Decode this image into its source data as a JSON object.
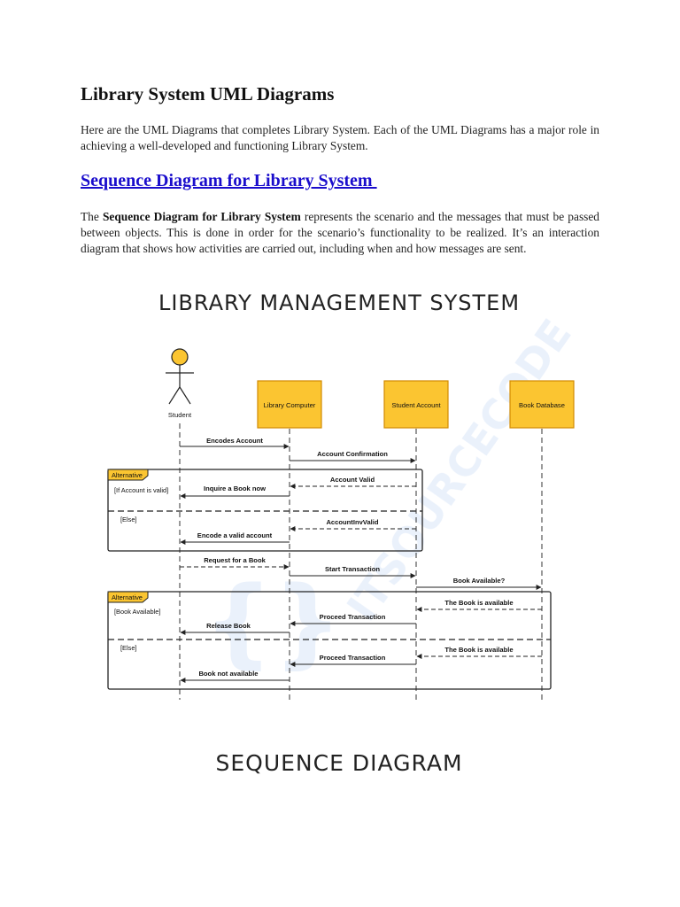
{
  "header": {
    "title": "Library System UML Diagrams"
  },
  "intro": {
    "text": "Here are the UML Diagrams that completes Library System. Each of the UML Diagrams has a major role in achieving a well-developed and functioning Library System."
  },
  "section": {
    "link": "Sequence Diagram for Library System ",
    "desc_prefix": "The ",
    "desc_bold": "Sequence Diagram for Library System",
    "desc_rest": " represents the scenario and the messages that must be passed between objects. This is done in order for the scenario’s functionality to be realized. It’s an interaction diagram that shows how activities are carried out, including when and how messages are sent."
  },
  "diagram": {
    "title": "LIBRARY MANAGEMENT SYSTEM",
    "footer": "SEQUENCE DIAGRAM",
    "actor": "Student",
    "lifelines": [
      "Library Computer",
      "Student Account",
      "Book Database"
    ],
    "fragments": [
      {
        "tag": "Alternative",
        "guards": [
          "[If Account is valid]",
          "[Else]"
        ]
      },
      {
        "tag": "Alternative",
        "guards": [
          "[Book Available]",
          "[Else]"
        ]
      }
    ],
    "messages": [
      "Encodes Account",
      "Account Confirmation",
      "Account Valid",
      "Inquire a Book now",
      "AccountInvValid",
      "Encode a valid account",
      "Request for a Book",
      "Start Transaction",
      "Book Available?",
      "The Book is available",
      "Proceed Transaction",
      "Release Book",
      "The Book is available",
      "Proceed Transaction",
      "Book not available"
    ],
    "colors": {
      "box_fill": "#fbc531",
      "box_stroke": "#d18a00",
      "actor_fill": "#fbc531",
      "line": "#222222"
    },
    "watermark": "ITSOURCECODE"
  }
}
